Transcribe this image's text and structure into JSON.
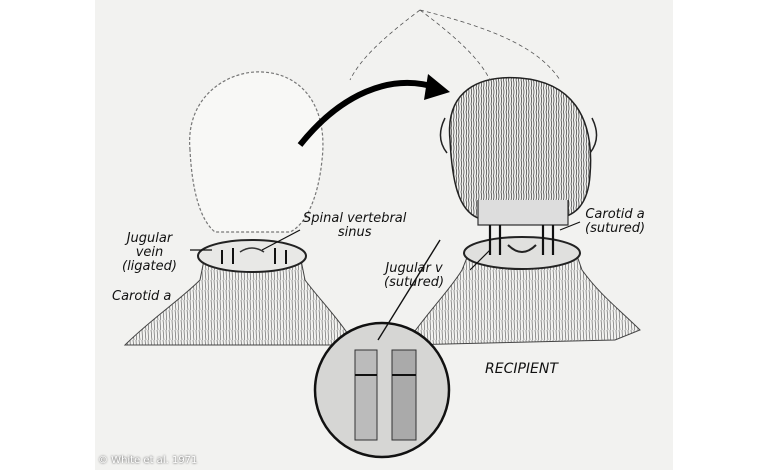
{
  "labels": {
    "jugular_vein": "Jugular\nvein\n(ligated)",
    "carotid_left": "Carotid a",
    "spinal": "Spinal vertebral\nsinus",
    "carotid_right": "Carotid a\n(sutured)",
    "jugular_right": "Jugular v\n(sutured)",
    "recipient": "RECIPIENT"
  },
  "credit": "© White et al. 1971"
}
